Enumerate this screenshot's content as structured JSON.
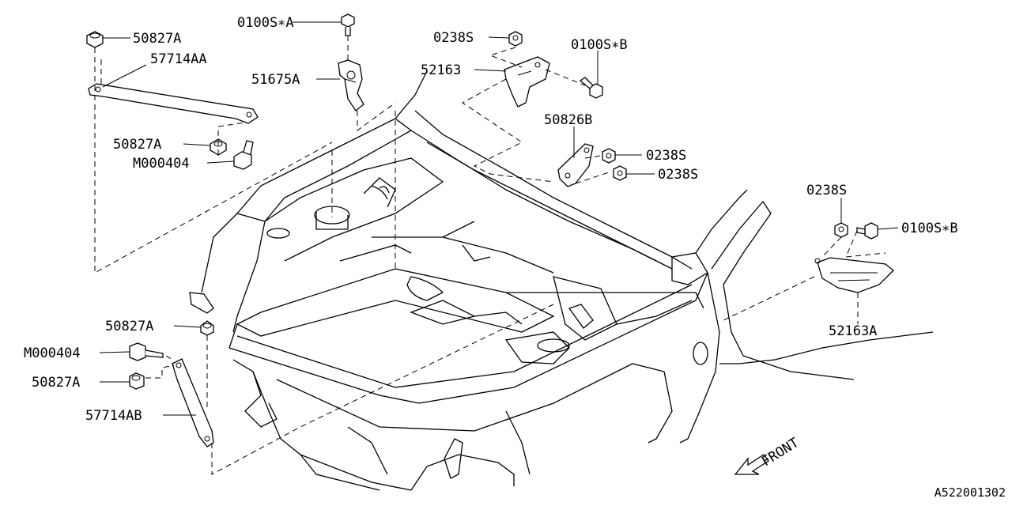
{
  "diagram_id": "A522001302",
  "front_label": "FRONT",
  "parts": {
    "p01": "50827A",
    "p02": "57714AA",
    "p03": "50827A",
    "p04": "M000404",
    "p05": "0100S∗A",
    "p06": "51675A",
    "p07": "0238S",
    "p08": "0100S∗B",
    "p09": "52163",
    "p10": "50826B",
    "p11": "0238S",
    "p12": "0238S",
    "p13": "0238S",
    "p14": "0100S∗B",
    "p15": "52163A",
    "p16": "50827A",
    "p17": "M000404",
    "p18": "50827A",
    "p19": "57714AB"
  }
}
